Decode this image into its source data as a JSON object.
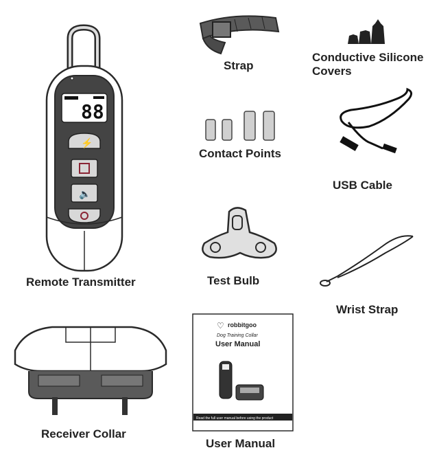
{
  "labels": {
    "strap": "Strap",
    "covers_line1": "Conductive Silicone",
    "covers_line2": "Covers",
    "contact_points": "Contact Points",
    "usb_cable": "USB Cable",
    "remote_transmitter": "Remote Transmitter",
    "test_bulb": "Test Bulb",
    "wrist_strap": "Wrist  Strap",
    "receiver_collar": "Receiver Collar",
    "user_manual": "User Manual"
  },
  "remote_display": {
    "digits": "88"
  },
  "manual_cover": {
    "brand": "robbitgoo",
    "subtitle": "Dog Training Collar",
    "title": "User Manual",
    "footer": "Read the full user manual before using the product"
  },
  "colors": {
    "outline": "#2a2a2a",
    "fill": "#bfbfbf",
    "dark": "#3a3a3a",
    "accent": "#8a2434"
  }
}
